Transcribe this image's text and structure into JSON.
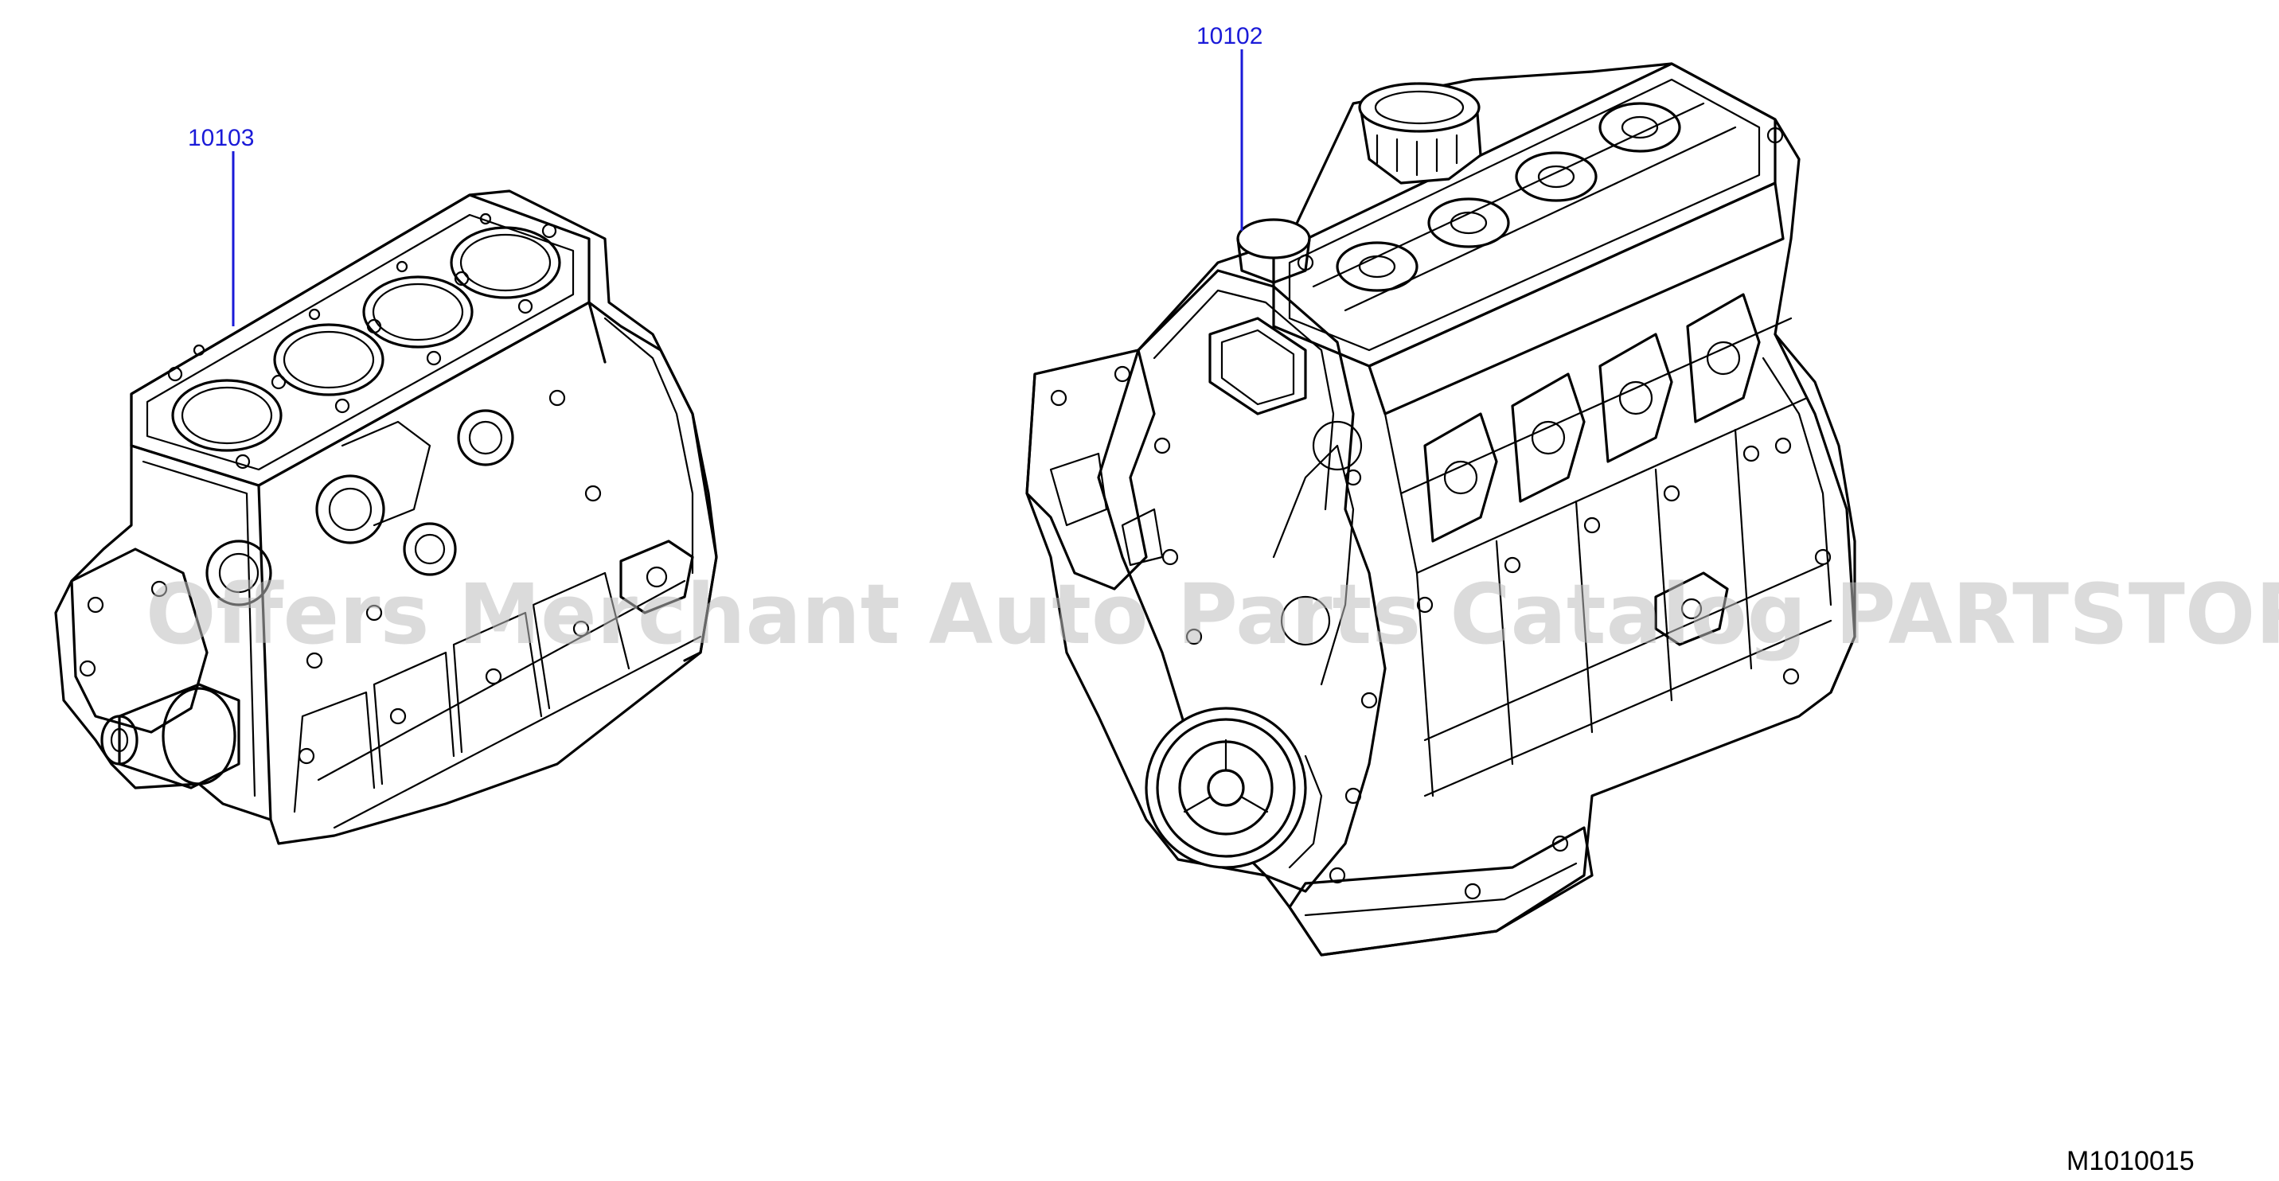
{
  "callouts": {
    "short_block": "10103",
    "engine_assembly": "10102"
  },
  "diagram_code": "M1010015",
  "watermark": "Offers Merchant Auto Parts Catalog PARTSTORE.SA",
  "colors": {
    "callout": "#1a1ad8",
    "ink": "#000000",
    "watermark": "#bdbdbd",
    "background": "#ffffff"
  }
}
